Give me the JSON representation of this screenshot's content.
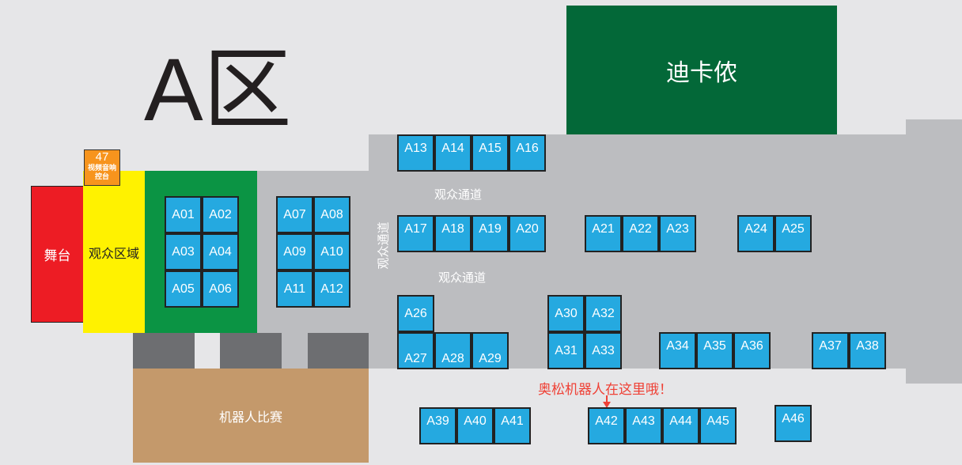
{
  "zone_title": "A区",
  "sponsor_block": "迪卡侬",
  "stage": "舞台",
  "audience_area": "观众区域",
  "control_booth": {
    "number": "47",
    "line1": "视频音响",
    "line2": "控台"
  },
  "aisle_label": "观众通道",
  "competition_area": "机器人比赛",
  "note": "奥松机器人在这里哦！",
  "colors": {
    "booth": "#25a9e0",
    "stage": "#ed1c24",
    "audience": "#fff200",
    "green_area": "#0b9444",
    "sponsor": "#036838",
    "hall": "#bcbdc0",
    "competition": "#c4996b",
    "control": "#f7941d",
    "note": "#ef4136"
  },
  "booths": [
    "A01",
    "A02",
    "A03",
    "A04",
    "A05",
    "A06",
    "A07",
    "A08",
    "A09",
    "A10",
    "A11",
    "A12",
    "A13",
    "A14",
    "A15",
    "A16",
    "A17",
    "A18",
    "A19",
    "A20",
    "A21",
    "A22",
    "A23",
    "A24",
    "A25",
    "A26",
    "A27",
    "A28",
    "A29",
    "A30",
    "A31",
    "A32",
    "A33",
    "A34",
    "A35",
    "A36",
    "A37",
    "A38",
    "A39",
    "A40",
    "A41",
    "A42",
    "A43",
    "A44",
    "A45",
    "A46"
  ]
}
